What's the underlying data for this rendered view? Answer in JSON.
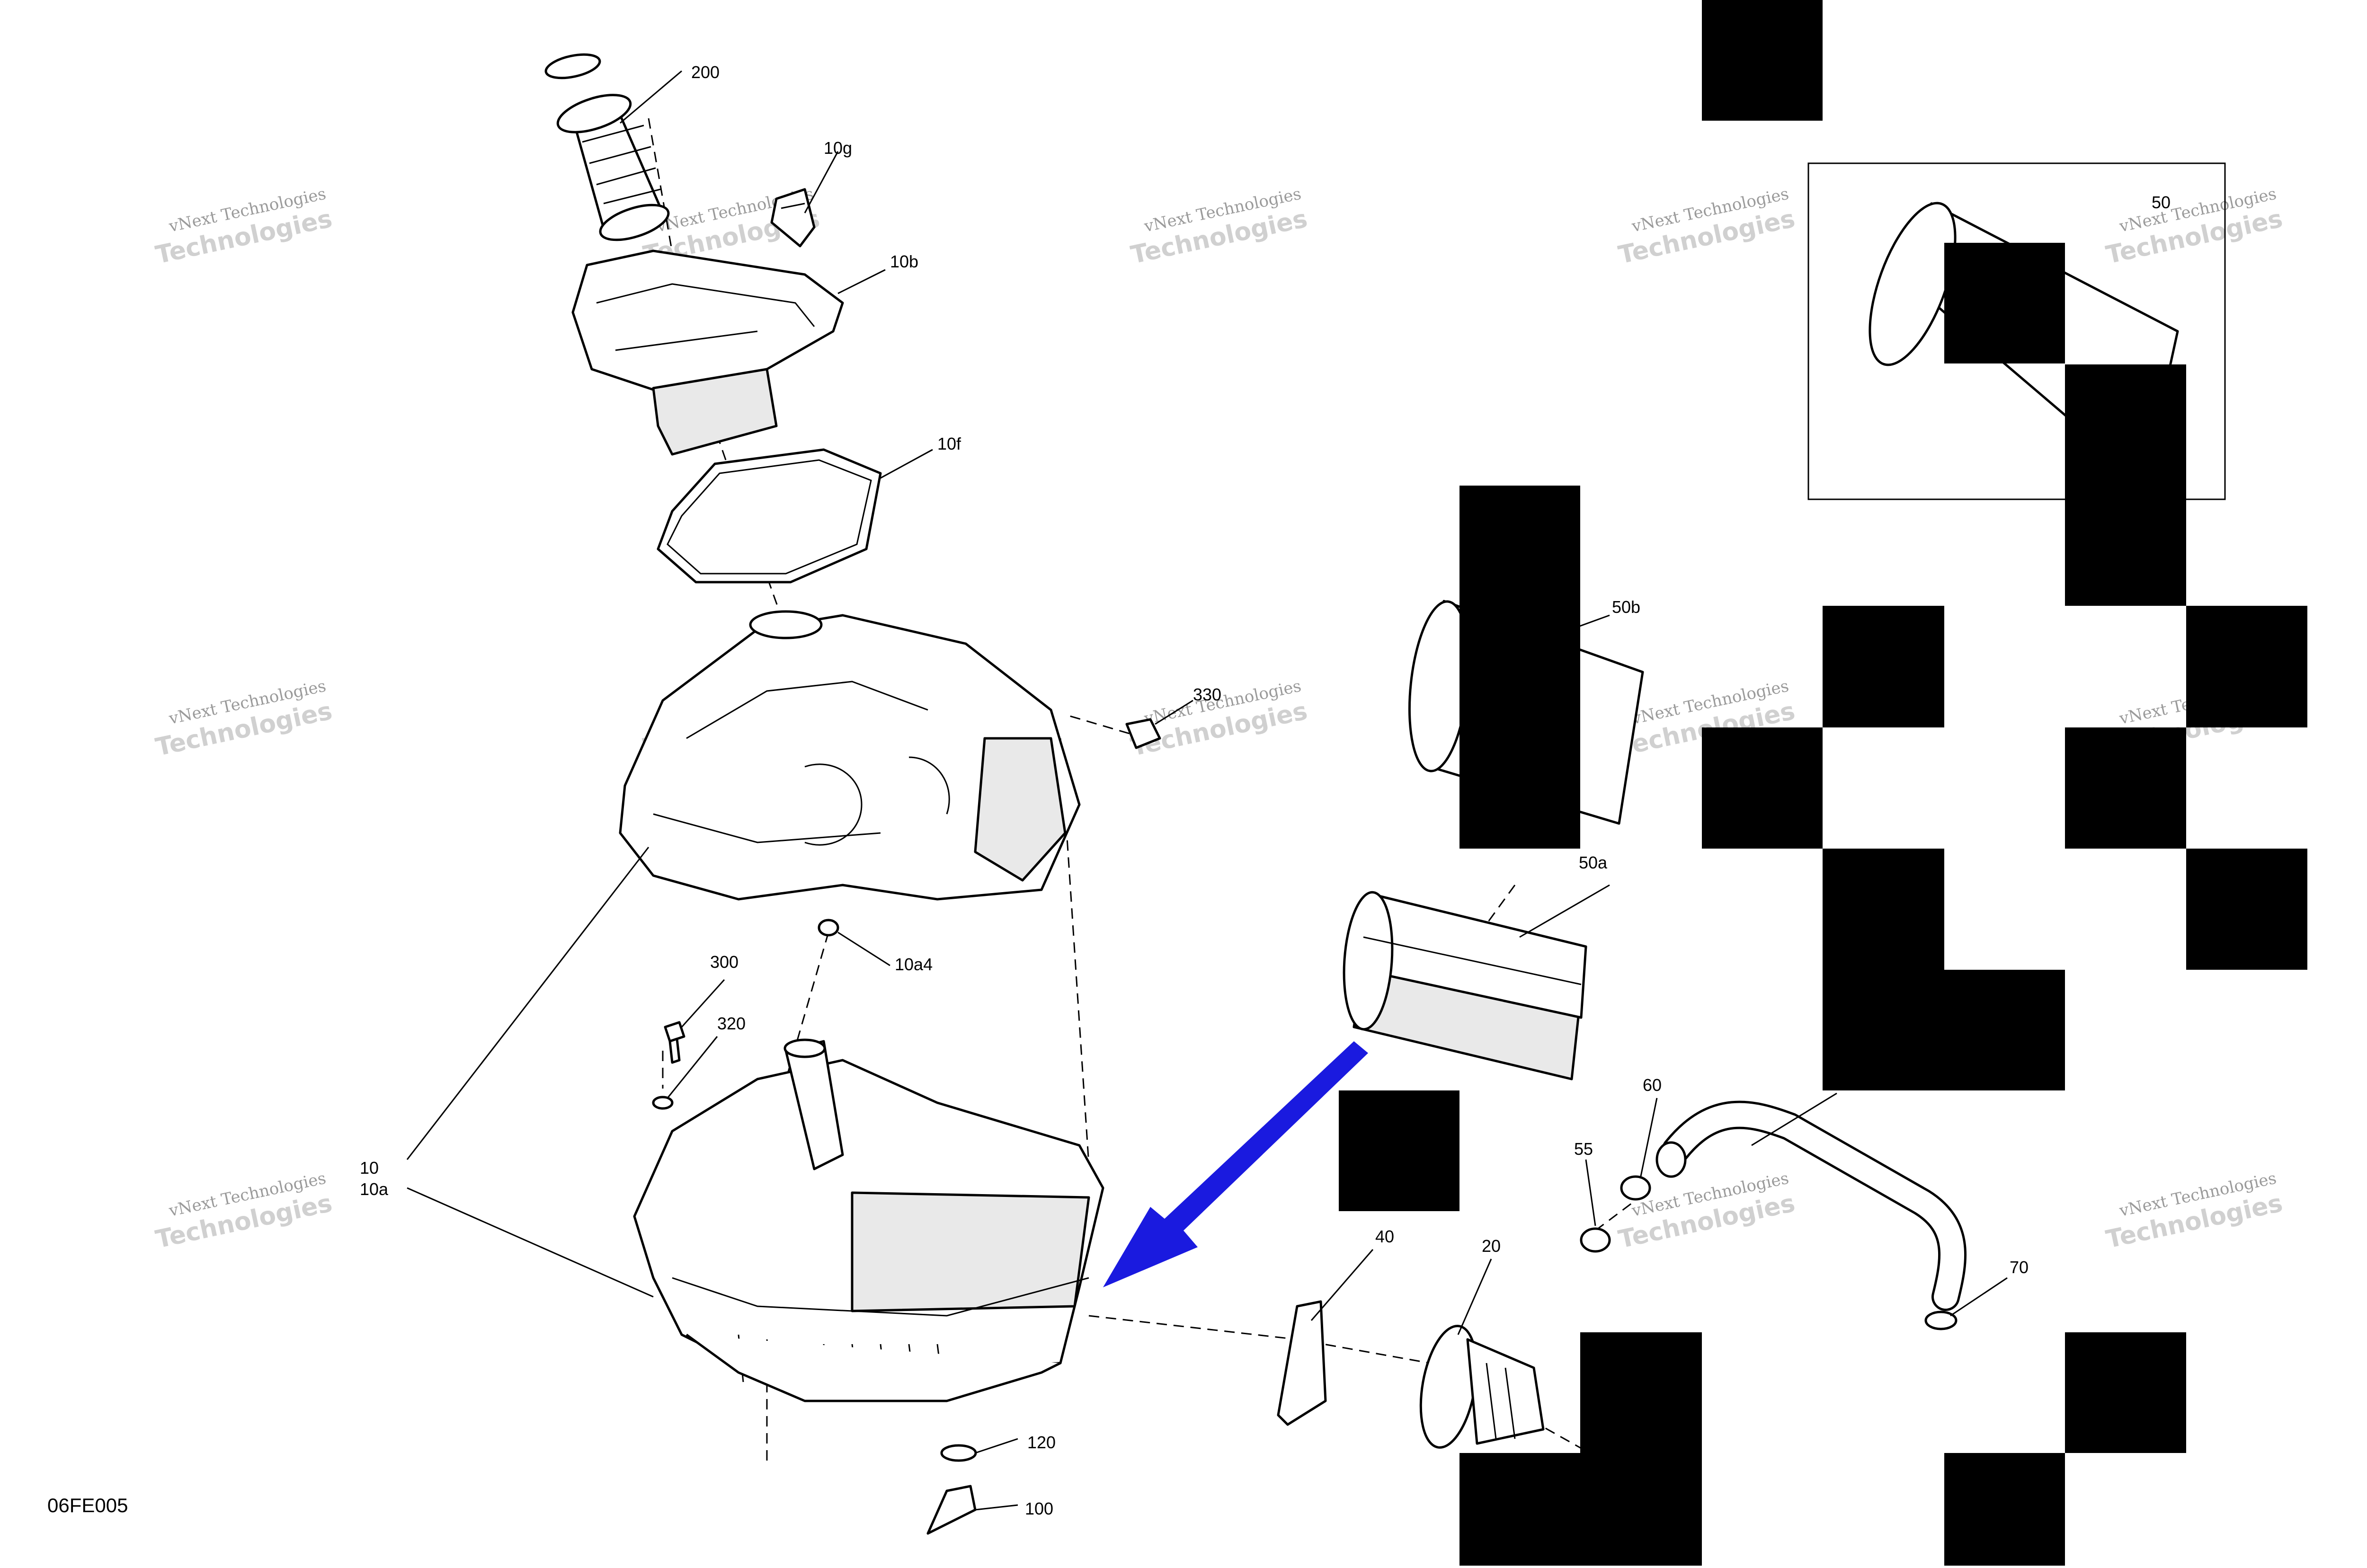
{
  "diagram": {
    "reference_code": "06FE005",
    "watermark": {
      "line1": "vNext Technologies",
      "line2": "Technologies"
    },
    "labels": {
      "p200": "200",
      "p10g": "10g",
      "p10b": "10b",
      "p10f": "10f",
      "p330": "330",
      "p10a4": "10a4",
      "p300": "300",
      "p320": "320",
      "p10": "10",
      "p10a": "10a",
      "p120": "120",
      "p100": "100",
      "p40": "40",
      "p20": "20",
      "p55": "55",
      "p60": "60",
      "p70": "70",
      "p50": "50",
      "p50a": "50a",
      "p50b": "50b"
    },
    "colors": {
      "arrow": "#1a1adf",
      "line": "#000000",
      "shade": "#e9e9e9",
      "redaction": "#000000"
    }
  }
}
